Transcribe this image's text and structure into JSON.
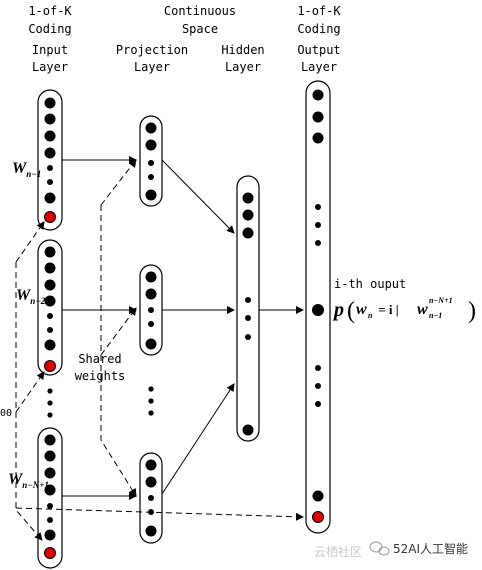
{
  "headers": {
    "input": [
      "1-of-K",
      "Coding",
      "Input",
      "Layer"
    ],
    "continuous": [
      "Continuous",
      "Space"
    ],
    "projection": [
      "Projection",
      "Layer"
    ],
    "hidden": [
      "Hidden",
      "Layer"
    ],
    "output": [
      "1-of-K",
      "Coding",
      "Output",
      "Layer"
    ]
  },
  "labels": {
    "w_main": "W",
    "w1_sub": "n−1",
    "w2_sub": "n−2",
    "w3_sub": "n−N+1",
    "shared": [
      "Shared",
      "weights"
    ],
    "ith_output": "i-th ouput",
    "formula_p": "p",
    "formula_w": "w",
    "formula_n": "n",
    "formula_eq": " = i | ",
    "formula_w2": "w",
    "formula_sub": "n−1",
    "formula_sup": "n−N+1",
    "left_edge": "00",
    "watermark": "云栖社区",
    "badge": "52AI人工智能"
  },
  "colors": {
    "line": "#000000",
    "highlight_unit": "#e00000",
    "watermark": "#c8c8c8",
    "badge_text": "#333333"
  }
}
